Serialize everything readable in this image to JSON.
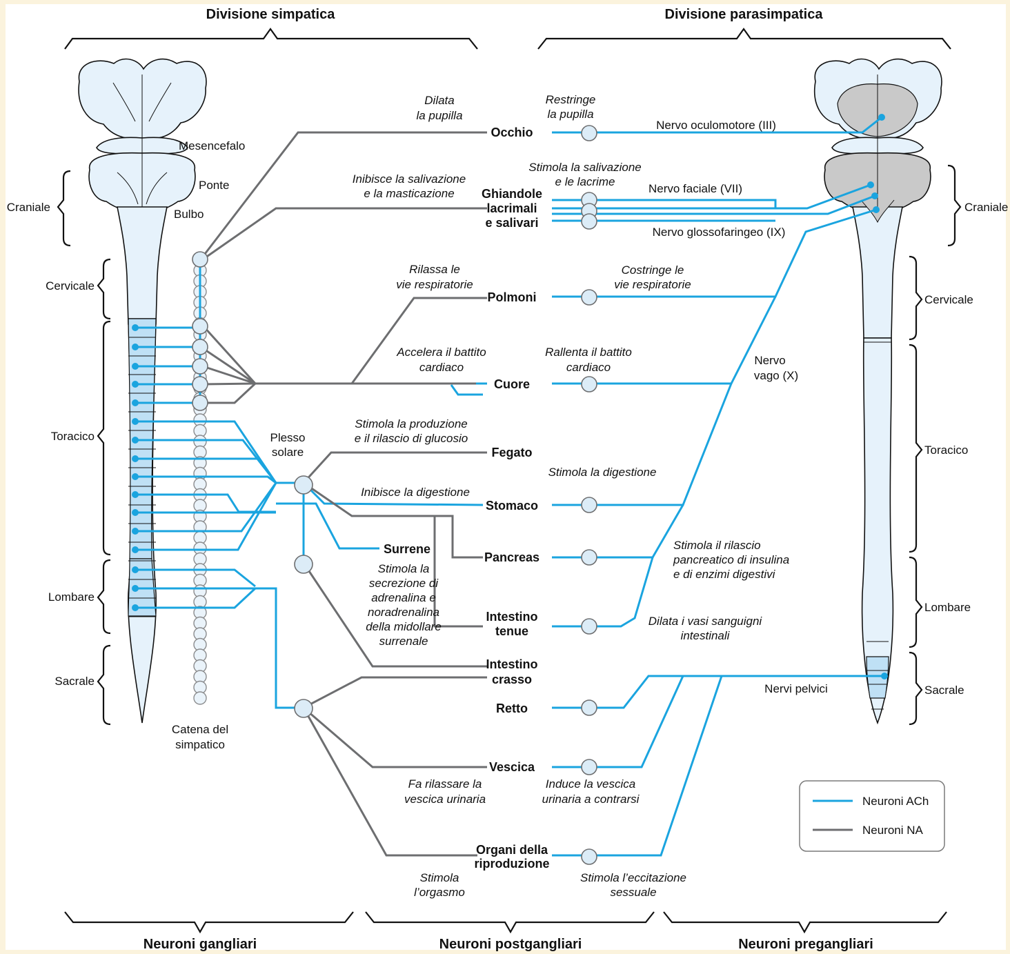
{
  "headers": {
    "top_left": "Divisione simpatica",
    "top_right": "Divisione parasimpatica",
    "bottom_left": "Neuroni gangliari",
    "bottom_mid": "Neuroni postgangliari",
    "bottom_right": "Neuroni pregangliari"
  },
  "regions_left": [
    "Craniale",
    "Cervicale",
    "Toracico",
    "Lombare",
    "Sacrale"
  ],
  "regions_right": [
    "Craniale",
    "Cervicale",
    "Toracico",
    "Lombare",
    "Sacrale"
  ],
  "brain_labels": {
    "mesencefalo": "Mesencefalo",
    "ponte": "Ponte",
    "bulbo": "Bulbo"
  },
  "chain_label": {
    "l1": "Catena del",
    "l2": "simpatico"
  },
  "plesso": {
    "l1": "Plesso",
    "l2": "solare"
  },
  "organs": {
    "occhio": "Occhio",
    "ghiandole1": "Ghiandole",
    "ghiandole2": "lacrimali",
    "ghiandole3": "e salivari",
    "polmoni": "Polmoni",
    "cuore": "Cuore",
    "fegato": "Fegato",
    "stomaco": "Stomaco",
    "surrene": "Surrene",
    "pancreas": "Pancreas",
    "intestino_tenue1": "Intestino",
    "intestino_tenue2": "tenue",
    "intestino_crasso1": "Intestino",
    "intestino_crasso2": "crasso",
    "retto": "Retto",
    "vescica": "Vescica",
    "riproduzione1": "Organi della",
    "riproduzione2": "riproduzione"
  },
  "symp_effects": {
    "occhio1": "Dilata",
    "occhio2": "la pupilla",
    "ghiandole1": "Inibisce la salivazione",
    "ghiandole2": "e la masticazione",
    "polmoni1": "Rilassa le",
    "polmoni2": "vie respiratorie",
    "cuore1": "Accelera il battito",
    "cuore2": "cardiaco",
    "fegato1": "Stimola la produzione",
    "fegato2": "e il rilascio di glucosio",
    "stomaco": "Inibisce la digestione",
    "surrene1": "Stimola la",
    "surrene2": "secrezione di",
    "surrene3": "adrenalina e",
    "surrene4": "noradrenalina",
    "surrene5": "della midollare",
    "surrene6": "surrenale",
    "vescica1": "Fa rilassare la",
    "vescica2": "vescica urinaria",
    "riproduzione1": "Stimola",
    "riproduzione2": "l’orgasmo"
  },
  "para_effects": {
    "occhio1": "Restringe",
    "occhio2": "la pupilla",
    "ghiandole1": "Stimola la salivazione",
    "ghiandole2": "e le lacrime",
    "polmoni1": "Costringe le",
    "polmoni2": "vie respiratorie",
    "cuore1": "Rallenta il battito",
    "cuore2": "cardiaco",
    "stomaco": "Stimola la digestione",
    "pancreas1": "Stimola il rilascio",
    "pancreas2": "pancreatico di insulina",
    "pancreas3": "e di enzimi digestivi",
    "intestino1": "Dilata i vasi sanguigni",
    "intestino2": "intestinali",
    "vescica1": "Induce la vescica",
    "vescica2": "urinaria a contrarsi",
    "riproduzione1": "Stimola l’eccitazione",
    "riproduzione2": "sessuale"
  },
  "nerves": {
    "oculomotore": "Nervo oculomotore (III)",
    "faciale": "Nervo faciale (VII)",
    "glossofaringeo": "Nervo glossofaringeo (IX)",
    "vago1": "Nervo",
    "vago2": "vago (X)",
    "pelvici": "Nervi pelvici"
  },
  "legend": {
    "ach": "Neuroni ACh",
    "ach_color": "#1aa4df",
    "na": "Neuroni NA",
    "na_color": "#6d6e70"
  }
}
